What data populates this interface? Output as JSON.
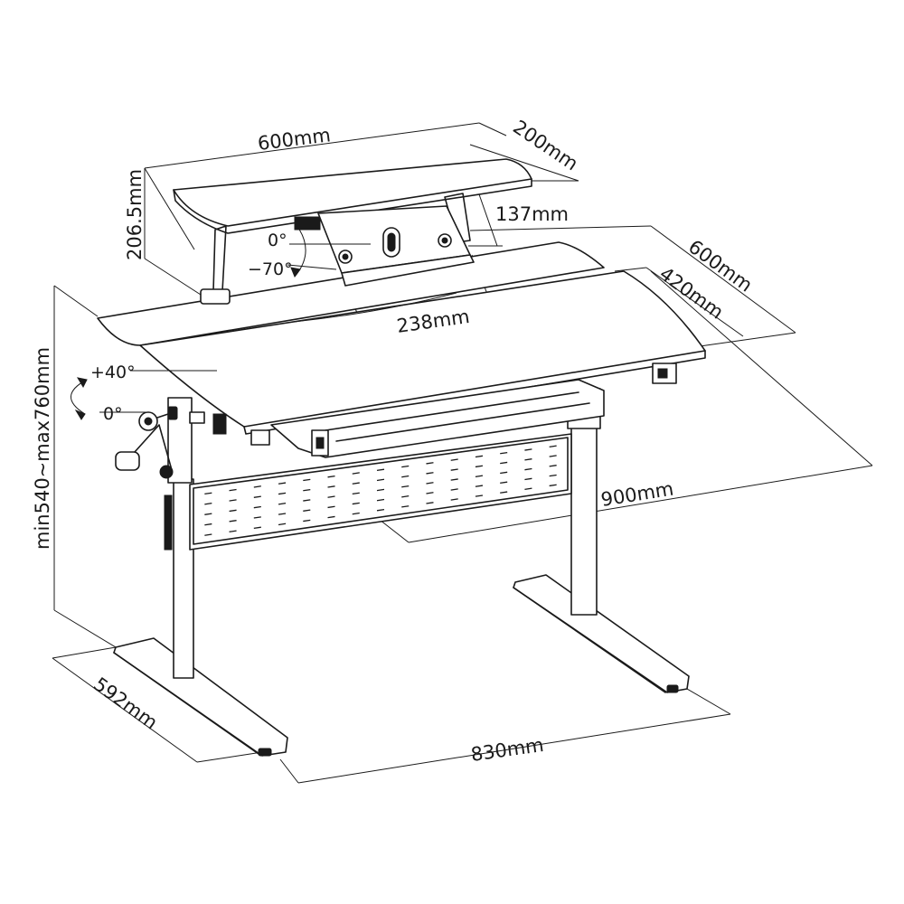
{
  "dimensions": {
    "shelf_width": "600mm",
    "shelf_depth": "200mm",
    "shelf_height": "206.5mm",
    "holder_depth": "137mm",
    "holder_width": "238mm",
    "desk_depth_total": "600mm",
    "desk_depth_front": "420mm",
    "desk_width": "900mm",
    "desk_height_range": "min540~max760mm",
    "base_depth": "592mm",
    "base_width": "830mm"
  },
  "angles": {
    "holder_top": "0°",
    "holder_bottom": "−70°",
    "tilt_top": "+40°",
    "tilt_bottom": "0°"
  }
}
